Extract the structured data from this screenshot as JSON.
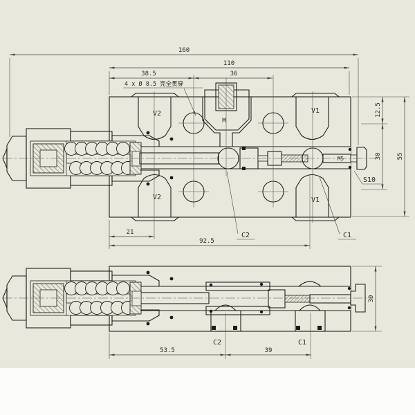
{
  "colors": {
    "paper": "#e9e8dd",
    "margin": "#fcfcfa",
    "ink": "#1f1e1a",
    "dim_ink": "#44443e",
    "hatch": "#6b695c"
  },
  "top_view": {
    "note": "4 x Ø 8.5 完全贯穿",
    "dims": {
      "overall_length": "160",
      "body_length": "110",
      "hole_offset": "38.5",
      "hole_pitch": "36",
      "v2_offset": "21",
      "v1_span": "92.5",
      "top_margin": "12.5",
      "mid_height": "30",
      "body_height": "55"
    },
    "labels": {
      "v2_upper": "V2",
      "v2_lower": "V2",
      "v1_upper": "V1",
      "v1_lower": "V1",
      "m_port": "M",
      "thread": "M5",
      "wrench": "S10",
      "c2": "C2",
      "c1": "C1"
    }
  },
  "bottom_view": {
    "dims": {
      "c2_offset": "53.5",
      "c1_pitch": "39",
      "body_height": "30"
    },
    "labels": {
      "c2": "C2",
      "c1": "C1"
    }
  }
}
